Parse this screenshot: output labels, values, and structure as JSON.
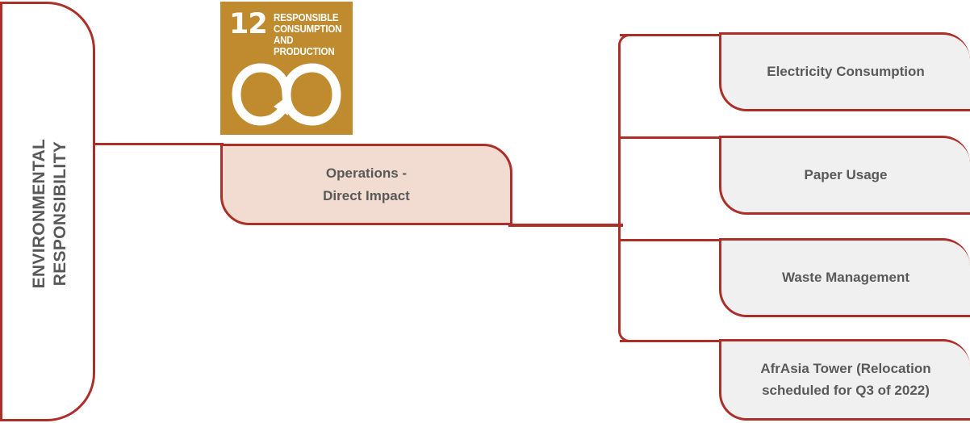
{
  "diagram": {
    "category": {
      "line1": "ENVIRONMENTAL",
      "line2": "RESPONSIBILITY"
    },
    "sdg_badge": {
      "number": "12",
      "line1": "RESPONSIBLE",
      "line2": "CONSUMPTION",
      "line3": "AND PRODUCTION",
      "background_color": "#bf8b2e",
      "text_color": "#ffffff",
      "glyph": "infinity-loop-arrow-icon"
    },
    "parent_node": {
      "line1": "Operations -",
      "line2": "Direct Impact",
      "fill_color": "#f2dcd2",
      "border_color": "#ac3029"
    },
    "child_nodes": [
      {
        "label": "Electricity Consumption"
      },
      {
        "label": "Paper Usage"
      },
      {
        "label": "Waste Management"
      },
      {
        "line1": "AfrAsia Tower (Relocation",
        "line2": "scheduled for Q3 of 2022)"
      }
    ],
    "colors": {
      "accent_red": "#ac3029",
      "leaf_fill": "#f0f0f0",
      "text_gray": "#595959"
    }
  }
}
